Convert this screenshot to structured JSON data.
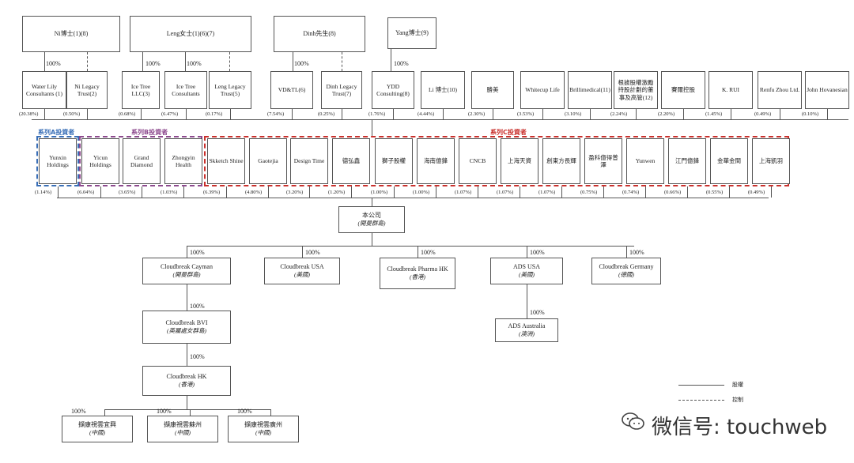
{
  "top_holders": [
    {
      "name": "Ni博士(1)(8)"
    },
    {
      "name": "Leng女士(1)(6)(7)"
    },
    {
      "name": "Dinh先生(8)"
    },
    {
      "name": "Yang博士(9)"
    }
  ],
  "holder_pcts": [
    "100%",
    "100%",
    "100%",
    "100%",
    "100%"
  ],
  "shareholders": [
    {
      "name": "Water Lily Consultants (1)",
      "pct": "(20.38%)"
    },
    {
      "name": "Ni Legacy Trust(2)",
      "pct": "(0.50%)"
    },
    {
      "name": "Ice Tree LLC(3)",
      "pct": "(0.68%)"
    },
    {
      "name": "Ice Tree Consultants",
      "pct": "(6.47%)"
    },
    {
      "name": "Leng Legacy Trust(5)",
      "pct": "(0.17%)"
    },
    {
      "name": "VD&TL(6)",
      "pct": "(7.54%)"
    },
    {
      "name": "Dinh Legacy Trust(7)",
      "pct": "(0.25%)"
    },
    {
      "name": "YDD Consulting(8)",
      "pct": "(1.76%)"
    },
    {
      "name": "Li 博士(10)",
      "pct": "(4.44%)"
    },
    {
      "name": "勝美",
      "pct": "(2.30%)"
    },
    {
      "name": "Whitecup Life",
      "pct": "(3.53%)"
    },
    {
      "name": "Brillimedical(11)",
      "pct": "(3.10%)"
    },
    {
      "name": "根據股權激勵持股計劃的董事及高管(12)",
      "pct": "(2.24%)"
    },
    {
      "name": "賽爾控股",
      "pct": "(2.20%)"
    },
    {
      "name": "K. RUI",
      "pct": "(1.45%)"
    },
    {
      "name": "Renfu Zhou Ltd.",
      "pct": "(0.49%)"
    },
    {
      "name": "John Hovanesian",
      "pct": "(0.10%)"
    }
  ],
  "series_labels": {
    "a": "系列A投資者",
    "b": "系列B投資者",
    "c": "系列C投資者"
  },
  "investors": [
    {
      "name": "Yunxin Holdings",
      "pct": "(1.14%)"
    },
    {
      "name": "Yicun Holdings",
      "pct": "(6.04%)"
    },
    {
      "name": "Grand Diamond",
      "pct": "(3.65%)"
    },
    {
      "name": "Zhongyin Health",
      "pct": "(1.03%)"
    },
    {
      "name": "Skketch Shine",
      "pct": "(6.39%)"
    },
    {
      "name": "Gaotejia",
      "pct": "(4.80%)"
    },
    {
      "name": "Design Time",
      "pct": "(3.20%)"
    },
    {
      "name": "德弘鑫",
      "pct": "(1.20%)"
    },
    {
      "name": "獅子股權",
      "pct": "(1.00%)"
    },
    {
      "name": "海南億鋒",
      "pct": "(1.00%)"
    },
    {
      "name": "CNCB",
      "pct": "(1.07%)"
    },
    {
      "name": "上海天資",
      "pct": "(1.07%)"
    },
    {
      "name": "創東方長輝",
      "pct": "(1.07%)"
    },
    {
      "name": "盈科億得普澤",
      "pct": "(0.75%)"
    },
    {
      "name": "Yunwen",
      "pct": "(0.74%)"
    },
    {
      "name": "江門億鋒",
      "pct": "(0.66%)"
    },
    {
      "name": "金華金間",
      "pct": "(0.55%)"
    },
    {
      "name": "上海凱羽",
      "pct": "(0.49%)"
    }
  ],
  "company": {
    "name": "本公司",
    "place": "(開曼群島)"
  },
  "subsidiaries": [
    {
      "name": "Cloudbreak Cayman",
      "place": "(開曼群島)",
      "pct": "100%"
    },
    {
      "name": "Cloudbreak USA",
      "place": "(美國)",
      "pct": "100%"
    },
    {
      "name": "Cloudbreak Pharma HK",
      "place": "(香港)",
      "pct": "100%"
    },
    {
      "name": "ADS USA",
      "place": "(美國)",
      "pct": "100%"
    },
    {
      "name": "Cloudbreak Germany",
      "place": "(德國)",
      "pct": "100%"
    }
  ],
  "cayman_chain": [
    {
      "name": "Cloudbreak BVI",
      "place": "(英屬處女群島)",
      "pct": "100%"
    },
    {
      "name": "Cloudbreak HK",
      "place": "(香港)",
      "pct": "100%"
    }
  ],
  "ads_australia": {
    "name": "ADS Australia",
    "place": "(澳洲)",
    "pct": "100%"
  },
  "china_subs": [
    {
      "name": "擷康視雲宜興",
      "place": "(中國)",
      "pct": "100%"
    },
    {
      "name": "擷康視雲蘇州",
      "place": "(中國)",
      "pct": "100%"
    },
    {
      "name": "擷康視雲廣州",
      "place": "(中國)",
      "pct": "100%"
    }
  ],
  "legend": {
    "equity": "股權",
    "control": "控制"
  },
  "watermark": "微信号: touchweb"
}
